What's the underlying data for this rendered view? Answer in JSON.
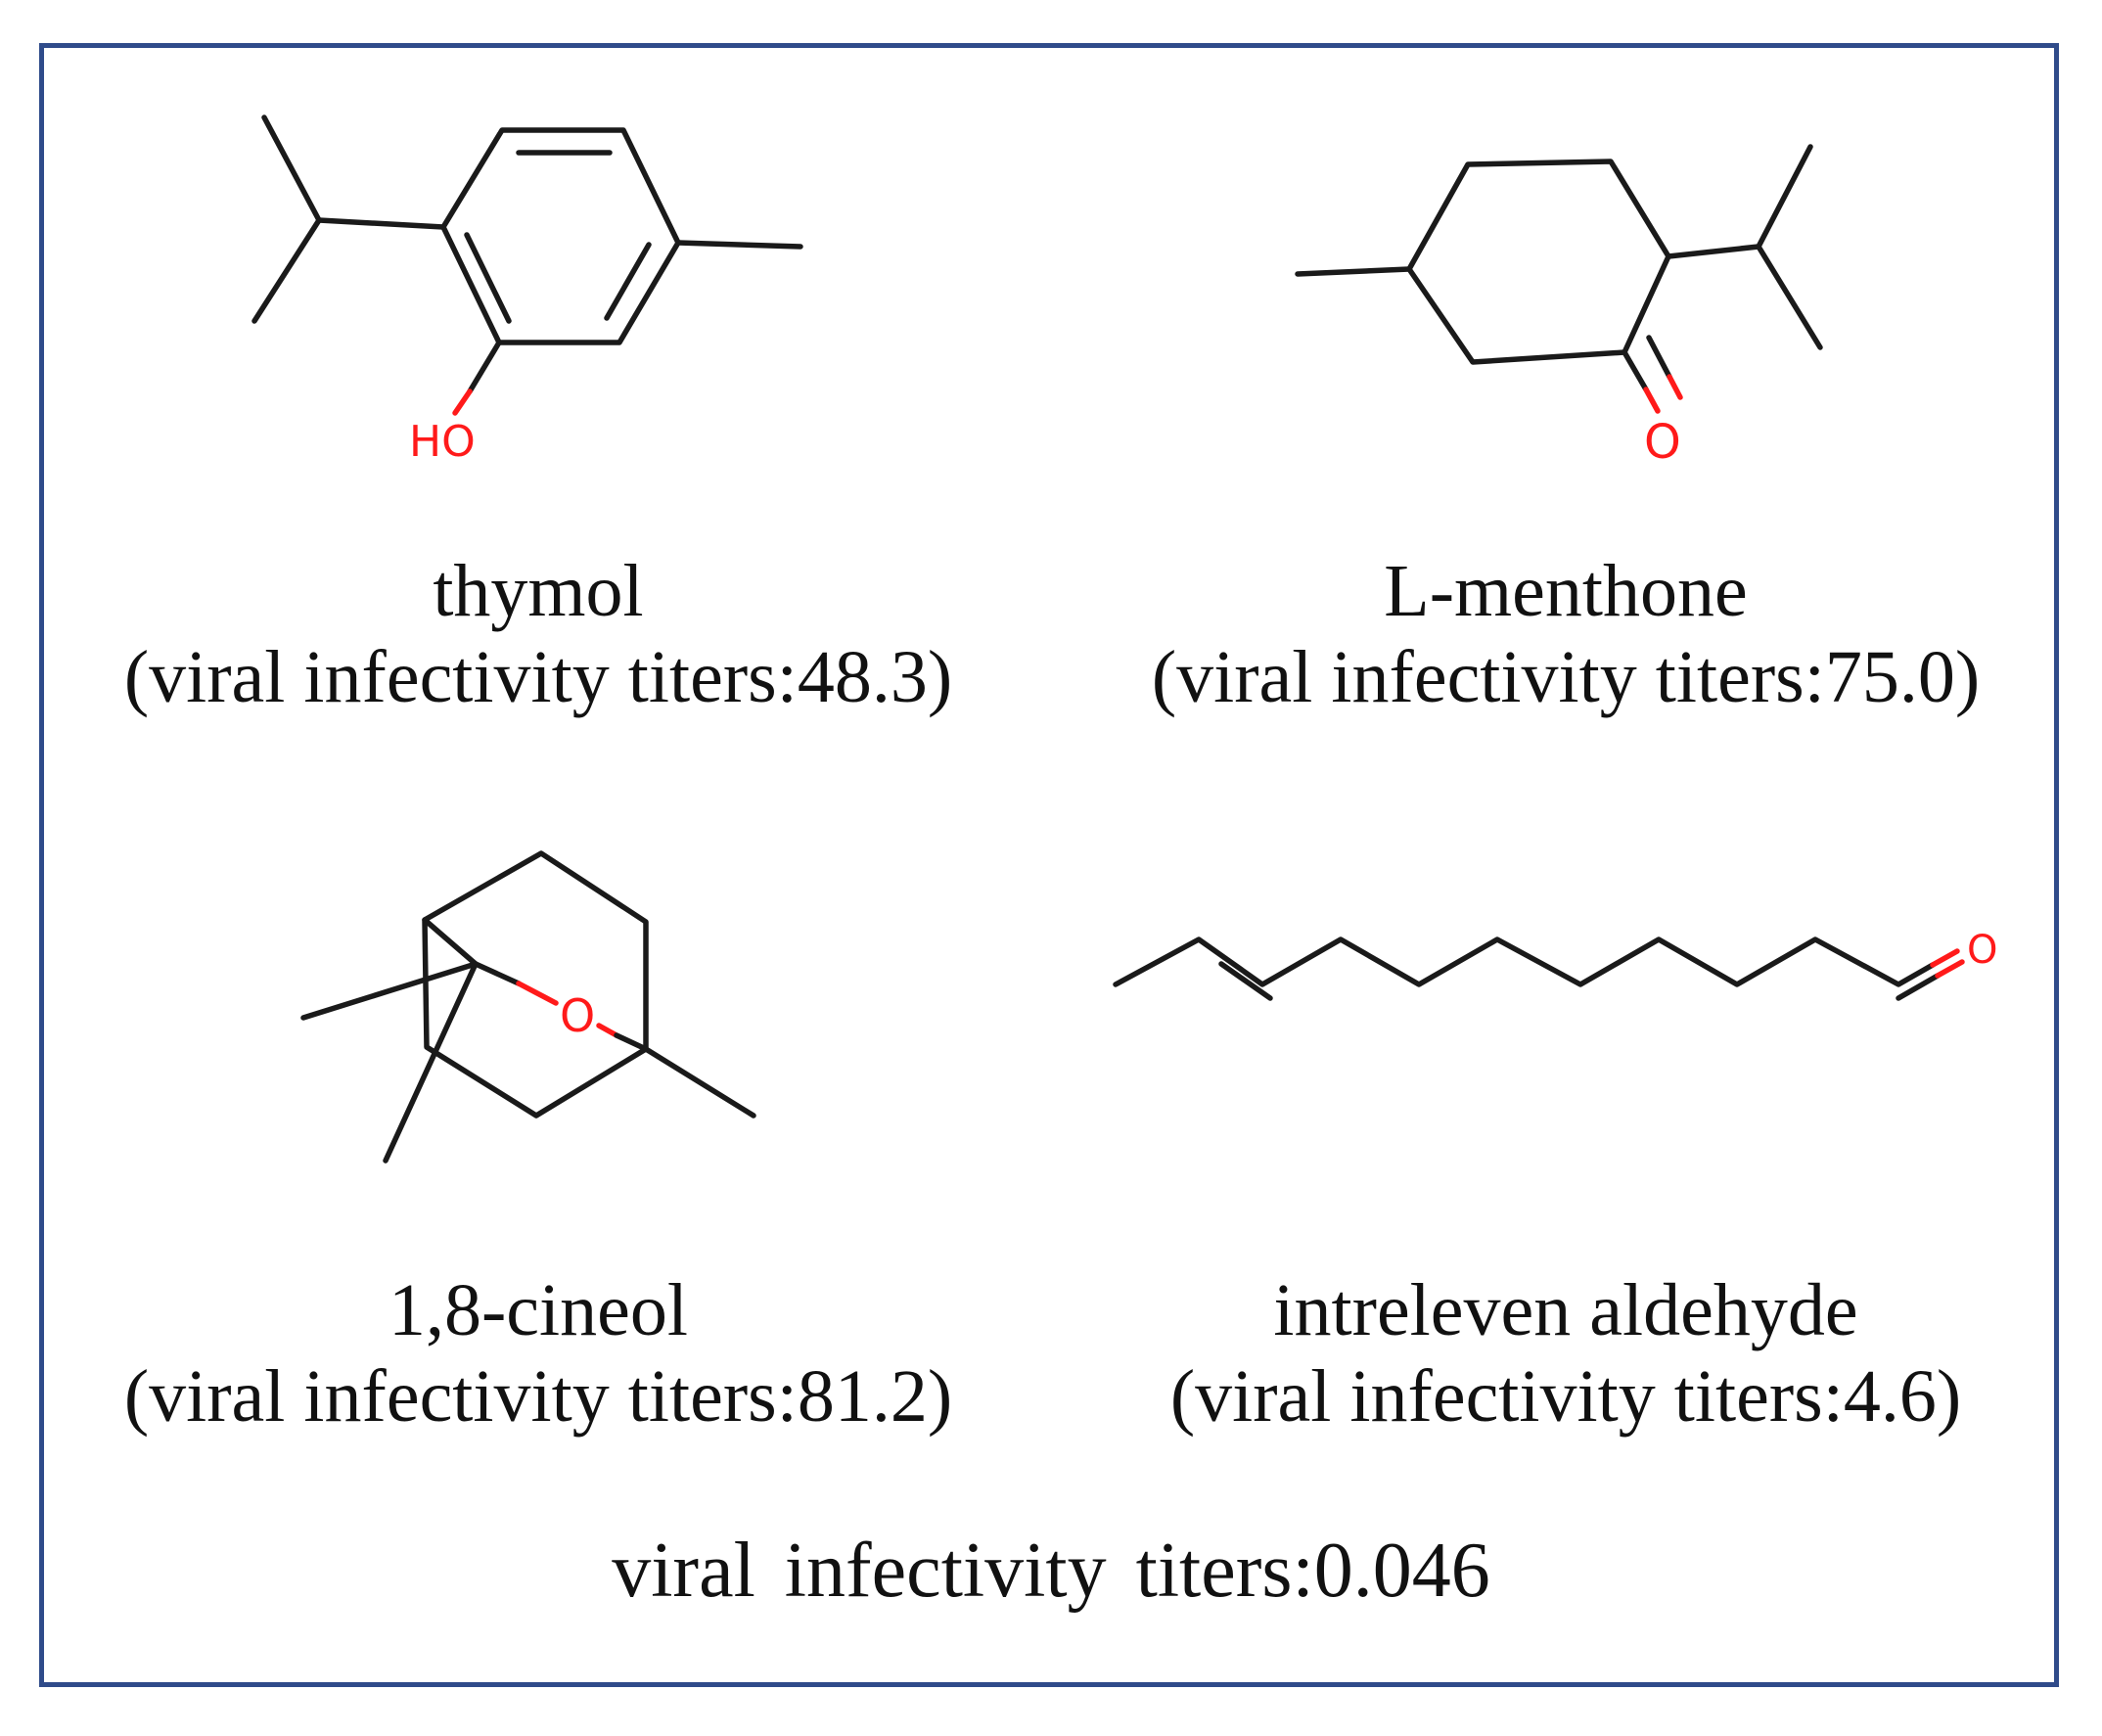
{
  "compounds": [
    {
      "name": "thymol",
      "titer_text": "(viral infectivity titers:48.3)",
      "atom_labels": [
        "HO"
      ]
    },
    {
      "name": "L-menthone",
      "titer_text": "(viral infectivity titers:75.0)",
      "atom_labels": [
        "O"
      ]
    },
    {
      "name": "1,8-cineol",
      "titer_text": "(viral infectivity titers:81.2)",
      "atom_labels": [
        "O"
      ]
    },
    {
      "name": "intreleven aldehyde",
      "titer_text": "(viral infectivity titers:4.6)",
      "atom_labels": [
        "O"
      ]
    }
  ],
  "footer": {
    "text": "viral infectivity  titers:0.046"
  },
  "colors": {
    "frame": "#2f4b8a",
    "bond": "#1a1a1a",
    "heteroatom": "#ff1a1a"
  }
}
